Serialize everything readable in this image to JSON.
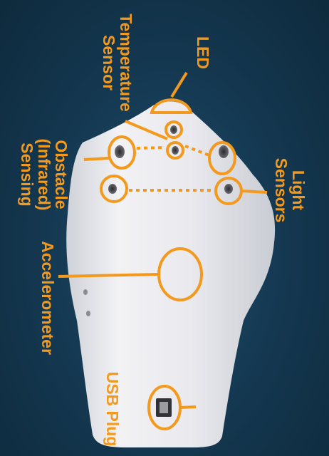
{
  "labels": {
    "led": "LED",
    "temperature_sensor": "Temperature\nSensor",
    "obstacle_sensing": "Obstacle\n(Infrared)\nSensing",
    "light_sensors": "Light\nSensors",
    "accelerometer": "Accelerometer",
    "usb_plug": "USB Plug"
  },
  "colors": {
    "annotation": "#f39a1e",
    "background": "#15384f",
    "device_body": "#e9e9ee"
  }
}
